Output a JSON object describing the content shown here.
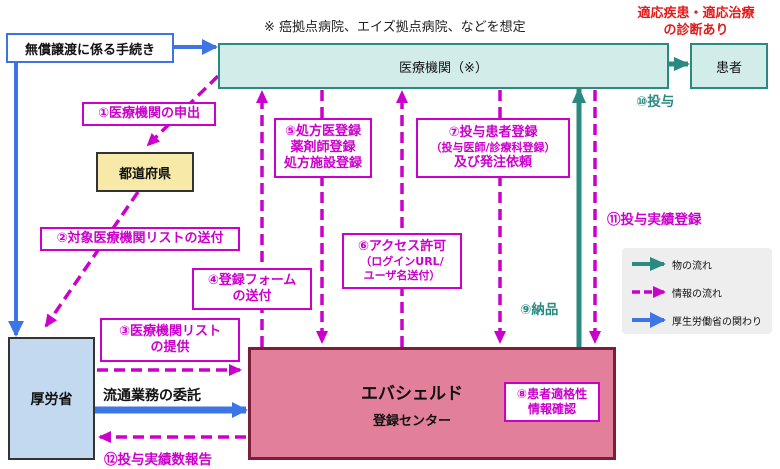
{
  "note": "※ 癌拠点病院、エイズ拠点病院、などを想定",
  "top_right_note": [
    "適応疾患・適応治療",
    "の診断あり"
  ],
  "boxes": {
    "procedure": "無償譲渡に係る手続き",
    "medical": "医療機関（※）",
    "patient": "患者",
    "prefecture": "都道府県",
    "mhlw": "厚労省",
    "center": [
      "エバシェルド",
      "登録センター"
    ]
  },
  "steps": {
    "s1": "①医療機関の申出",
    "s2": "②対象医療機関リストの送付",
    "s3": [
      "③医療機関リスト",
      "の提供"
    ],
    "s4": [
      "④登録フォーム",
      "の送付"
    ],
    "s5": [
      "⑤処方医登録",
      "薬剤師登録",
      "処方施設登録"
    ],
    "s6": [
      "⑥アクセス許可",
      "（ログインURL/",
      "ユーザ名送付）"
    ],
    "s7": [
      "⑦投与患者登録",
      "（投与医師/診療科登録）",
      "及び発注依頼"
    ],
    "s8": [
      "⑧患者適格性",
      "情報確認"
    ],
    "s9": "⑨納品",
    "s10": "⑩投与",
    "s11": "⑪投与実績登録",
    "s12": "⑫投与実績数報告",
    "outsource": "流通業務の委託"
  },
  "legend": [
    {
      "label": "物の流れ",
      "color": "#2a8a82",
      "style": "solid"
    },
    {
      "label": "情報の流れ",
      "color": "#cc00cc",
      "style": "dashed"
    },
    {
      "label": "厚生労働省の関わり",
      "color": "#3d74e6",
      "style": "solid"
    }
  ],
  "colors": {
    "teal": "#2a8a82",
    "magenta": "#cc00cc",
    "blue": "#3d74e6",
    "medical_fill": "#d2ecea",
    "center_fill": "#e27f9a",
    "center_border": "#7a1f3a",
    "prefecture_fill": "#f7eaa8",
    "mhlw_fill": "#c3d9ef"
  }
}
